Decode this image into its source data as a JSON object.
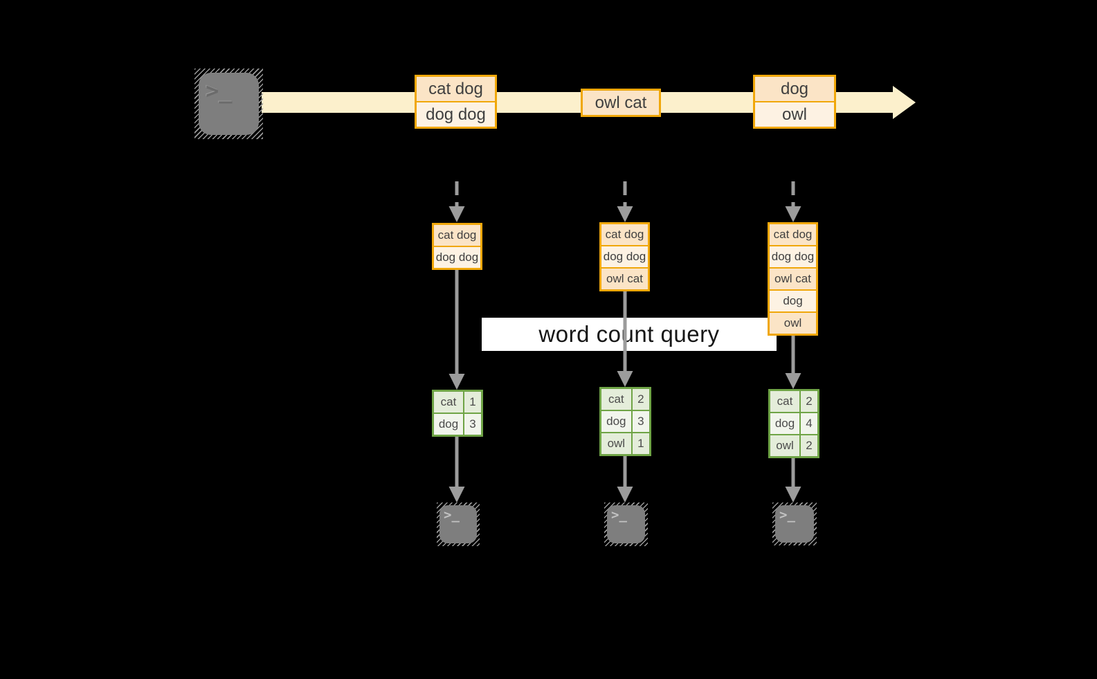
{
  "query_box": {
    "label": "word count query"
  },
  "icons": {
    "prompt_glyph": ">_"
  },
  "stream": {
    "boxes": [
      {
        "lines": [
          "cat dog",
          "dog dog"
        ]
      },
      {
        "lines": [
          "owl cat"
        ]
      },
      {
        "lines": [
          "dog",
          "owl"
        ]
      }
    ]
  },
  "columns": [
    {
      "batch_lines": [
        "cat dog",
        "dog dog"
      ],
      "counts": [
        {
          "word": "cat",
          "count": "1"
        },
        {
          "word": "dog",
          "count": "3"
        }
      ]
    },
    {
      "batch_lines": [
        "cat dog",
        "dog dog",
        "owl cat"
      ],
      "counts": [
        {
          "word": "cat",
          "count": "2"
        },
        {
          "word": "dog",
          "count": "3"
        },
        {
          "word": "owl",
          "count": "1"
        }
      ]
    },
    {
      "batch_lines": [
        "cat dog",
        "dog dog",
        "owl cat",
        "dog",
        "owl"
      ],
      "counts": [
        {
          "word": "cat",
          "count": "2"
        },
        {
          "word": "dog",
          "count": "4"
        },
        {
          "word": "owl",
          "count": "2"
        }
      ]
    }
  ],
  "colors": {
    "background": "#000000",
    "stream_band": "#FCF0CC",
    "box_border": "#F0A70A",
    "cell_fill_dark": "#FBE4C6",
    "cell_fill_light": "#FDF2E3",
    "table_border": "#6FA446",
    "table_fill_dark": "#E4EDDA",
    "table_fill_light": "#F1F5EC",
    "arrow_gray": "#9C9C9C",
    "query_bg": "#FFFFFF",
    "text_dark": "#3F3F3F"
  }
}
